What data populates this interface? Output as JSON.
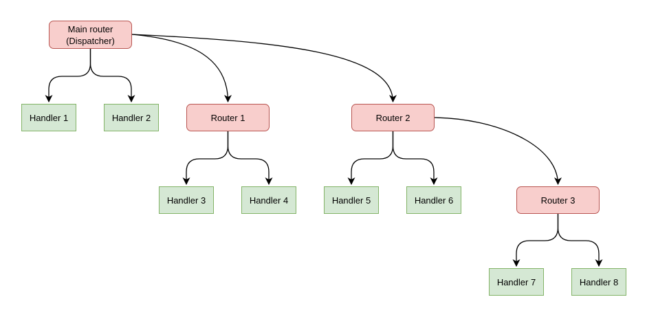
{
  "diagram": {
    "type": "tree-flowchart",
    "colors": {
      "background": "#ffffff",
      "router_fill": "#f8cecc",
      "router_stroke": "#b85450",
      "handler_fill": "#d5e8d4",
      "handler_stroke": "#82b366",
      "edge": "#000000",
      "text": "#000000"
    },
    "nodes": [
      {
        "id": "main-router",
        "type": "router",
        "label": "Main router\n(Dispatcher)"
      },
      {
        "id": "handler-1",
        "type": "handler",
        "label": "Handler 1"
      },
      {
        "id": "handler-2",
        "type": "handler",
        "label": "Handler 2"
      },
      {
        "id": "router-1",
        "type": "router",
        "label": "Router 1"
      },
      {
        "id": "router-2",
        "type": "router",
        "label": "Router 2"
      },
      {
        "id": "handler-3",
        "type": "handler",
        "label": "Handler 3"
      },
      {
        "id": "handler-4",
        "type": "handler",
        "label": "Handler 4"
      },
      {
        "id": "handler-5",
        "type": "handler",
        "label": "Handler 5"
      },
      {
        "id": "handler-6",
        "type": "handler",
        "label": "Handler 6"
      },
      {
        "id": "router-3",
        "type": "router",
        "label": "Router 3"
      },
      {
        "id": "handler-7",
        "type": "handler",
        "label": "Handler 7"
      },
      {
        "id": "handler-8",
        "type": "handler",
        "label": "Handler 8"
      }
    ],
    "edges": [
      {
        "from": "main-router",
        "to": "handler-1"
      },
      {
        "from": "main-router",
        "to": "handler-2"
      },
      {
        "from": "main-router",
        "to": "router-1"
      },
      {
        "from": "main-router",
        "to": "router-2"
      },
      {
        "from": "router-1",
        "to": "handler-3"
      },
      {
        "from": "router-1",
        "to": "handler-4"
      },
      {
        "from": "router-2",
        "to": "handler-5"
      },
      {
        "from": "router-2",
        "to": "handler-6"
      },
      {
        "from": "router-2",
        "to": "router-3"
      },
      {
        "from": "router-3",
        "to": "handler-7"
      },
      {
        "from": "router-3",
        "to": "handler-8"
      }
    ]
  }
}
